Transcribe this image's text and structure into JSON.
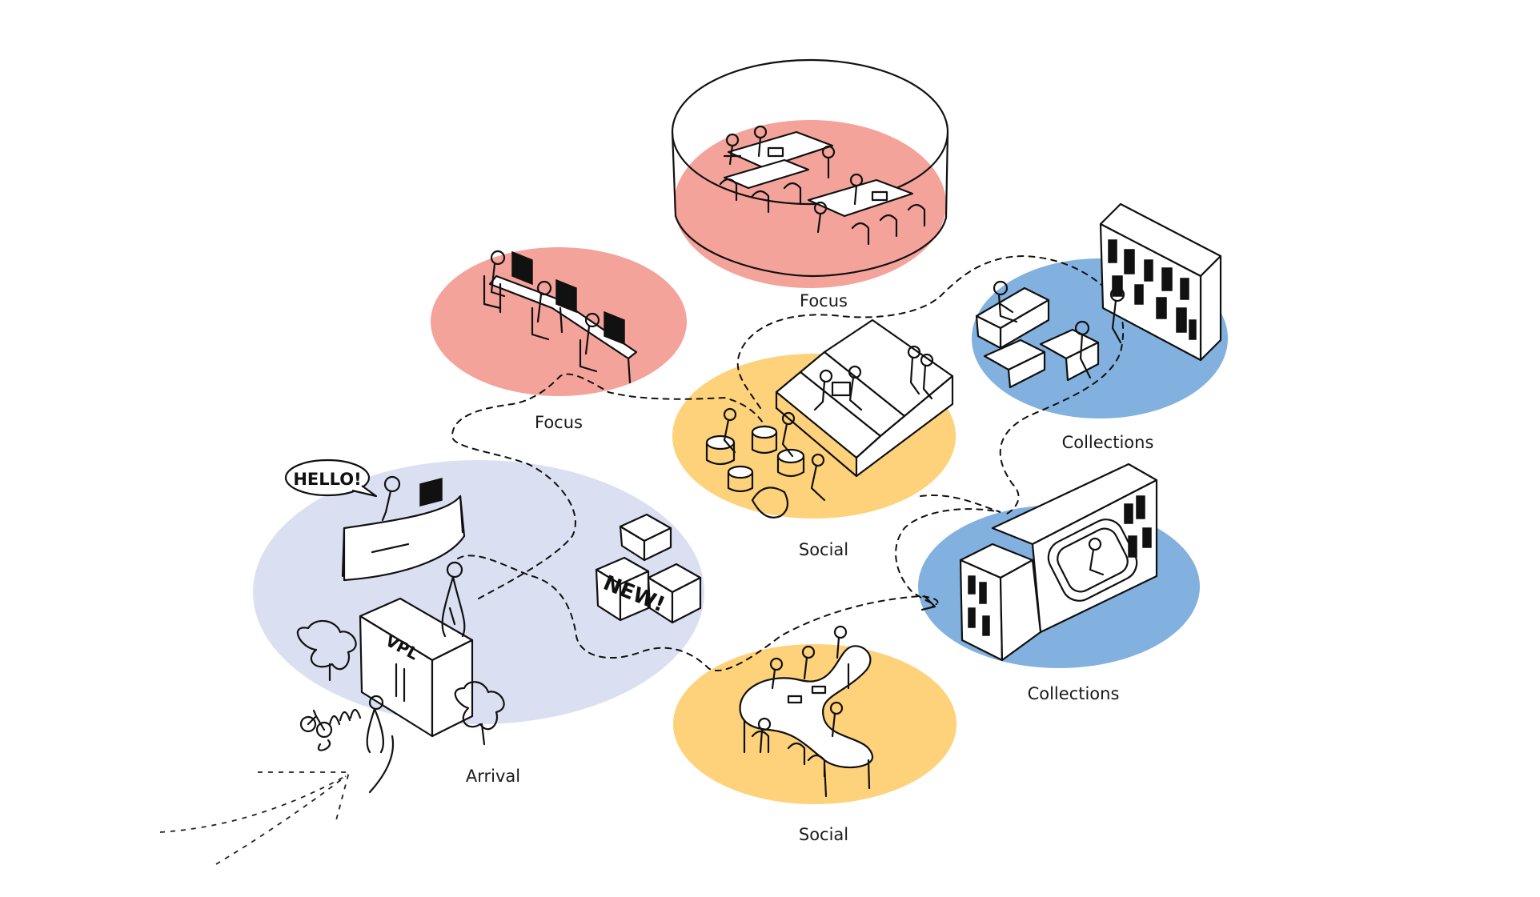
{
  "zones": [
    {
      "id": "focus-top",
      "label": "Focus",
      "color": "#f4a39a"
    },
    {
      "id": "focus-left",
      "label": "Focus",
      "color": "#f4a39a"
    },
    {
      "id": "collections-top",
      "label": "Collections",
      "color": "#82b1df"
    },
    {
      "id": "social-middle",
      "label": "Social",
      "color": "#fdd27a"
    },
    {
      "id": "arrival",
      "label": "Arrival",
      "color": "#dadff2"
    },
    {
      "id": "collections-bottom",
      "label": "Collections",
      "color": "#82b1df"
    },
    {
      "id": "social-bottom",
      "label": "Social",
      "color": "#fdd27a"
    }
  ],
  "sketch_text": {
    "greeting": "HELLO!",
    "kiosk_sign": "VPL",
    "new_sign": "NEW!"
  },
  "icons": [
    "speech-bubble-icon",
    "bicycle-icon",
    "entry-arrow-icon"
  ]
}
